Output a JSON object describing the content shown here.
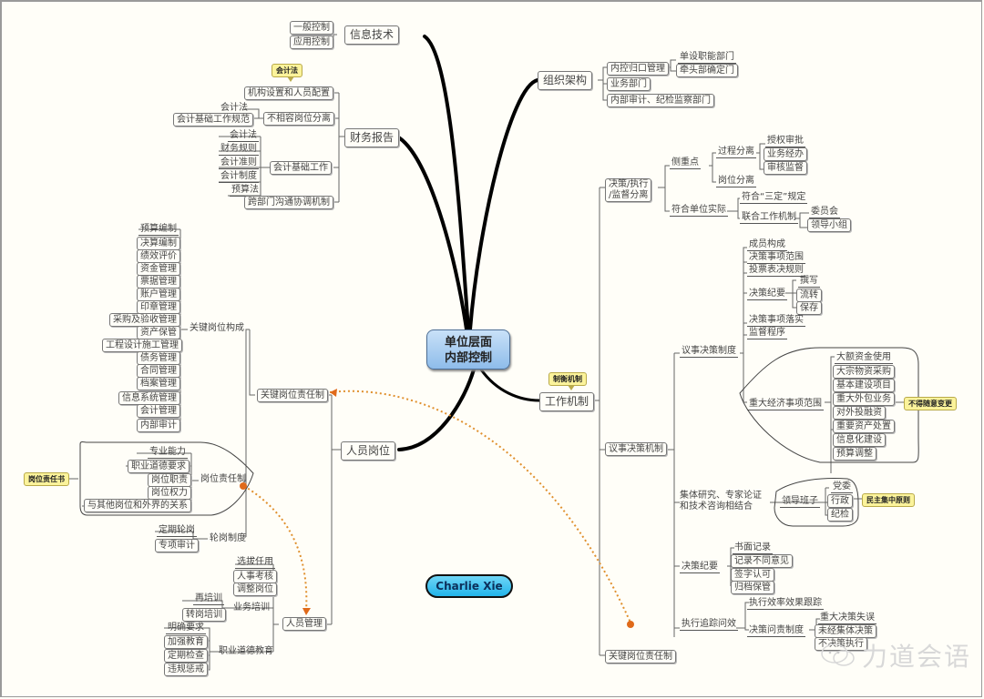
{
  "center": {
    "line1": "单位层面",
    "line2": "内部控制"
  },
  "author": "Charlie Xie",
  "watermark": "力道会语",
  "colors": {
    "center_fill": "#a8cdf2",
    "author_fill": "#3cc3f0",
    "callout_fill": "#fbf39b",
    "dotted_link": "#e07b20"
  },
  "it": {
    "label": "信息技术",
    "children": [
      "一般控制",
      "应用控制"
    ]
  },
  "finance": {
    "label": "财务报告",
    "org_setup": {
      "label": "机构设置和人员配置",
      "callout": "会计法"
    },
    "separation": {
      "label": "不相容岗位分离",
      "children": [
        "会计法",
        "会计基础工作规范"
      ]
    },
    "basics": {
      "label": "会计基础工作",
      "children": [
        "会计法",
        "财务规则",
        "会计准则",
        "会计制度",
        "预算法"
      ]
    },
    "coord": {
      "label": "跨部门沟通协调机制"
    }
  },
  "org": {
    "label": "组织架构",
    "internal": {
      "label": "内控归口管理",
      "children": [
        "单设职能部门",
        "牵头部确定门"
      ]
    },
    "business": "业务部门",
    "audit": "内部审计、纪检监察部门"
  },
  "work": {
    "label": "工作机制",
    "callout": "制衡机制",
    "sep": {
      "label1": "决策/执行",
      "label2": "/监督分离",
      "focus": {
        "label": "侧重点",
        "process": {
          "label": "过程分离",
          "children": [
            "授权审批",
            "业务经办",
            "审核监督"
          ]
        },
        "post": "岗位分离"
      },
      "fit": {
        "label": "符合单位实际",
        "sanding": "符合“三定”规定",
        "joint": {
          "label": "联合工作机制",
          "children": [
            "委员会",
            "领导小组"
          ]
        }
      }
    },
    "decision": {
      "label": "议事决策机制",
      "system": {
        "label": "议事决策制度",
        "children": [
          "成员构成",
          "决策事项范围",
          "投票表决规则"
        ],
        "minutes": {
          "label": "决策纪要",
          "children": [
            "撰写",
            "流转",
            "保存"
          ]
        },
        "after": [
          "决策事项落实",
          "监督程序"
        ],
        "major": {
          "label": "重大经济事项范围",
          "children": [
            "大额资金使用",
            "大宗物资采购",
            "基本建设项目",
            "重大外包业务",
            "对外投融资",
            "重要资产处置",
            "信息化建设",
            "预算调整"
          ],
          "callout": "不得随意变更"
        }
      },
      "collective": {
        "label1": "集体研究、专家论证",
        "label2": "和技术咨询相结合",
        "leader": {
          "label": "领导班子",
          "children": [
            "党委",
            "行政",
            "纪检"
          ],
          "callout": "民主集中原则"
        }
      },
      "record": {
        "label": "决策纪要",
        "children": [
          "书面记录",
          "记录不同意见",
          "签字认可",
          "归档保管"
        ]
      },
      "tracking": {
        "label": "执行追踪问效",
        "efficiency": "执行效率效果跟踪",
        "accountability": {
          "label": "决策问责制度",
          "children": [
            "重大决策失误",
            "未经集体决策",
            "不决策执行"
          ]
        }
      }
    },
    "key_post": "关键岗位责任制"
  },
  "staff": {
    "label": "人员岗位",
    "key": {
      "label": "关键岗位责任制",
      "composition": {
        "label": "关键岗位构成",
        "children": [
          "预算编制",
          "决算编制",
          "绩效评价",
          "资金管理",
          "票据管理",
          "账户管理",
          "印章管理",
          "采购及验收管理",
          "资产保管",
          "工程设计施工管理",
          "债务管理",
          "合同管理",
          "档案管理",
          "信息系统管理",
          "会计管理",
          "内部审计"
        ]
      },
      "resp": {
        "label": "岗位责任制",
        "children": [
          "专业能力",
          "职业道德要求",
          "岗位职责",
          "岗位权力",
          "与其他岗位和外界的关系"
        ],
        "callout": "岗位责任书"
      },
      "rotation": {
        "label": "轮岗制度",
        "children": [
          "定期轮岗",
          "专项审计"
        ]
      }
    },
    "hr": {
      "label": "人员管理",
      "children": [
        "选拔任用",
        "人事考核",
        "调整岗位"
      ],
      "training": {
        "label": "业务培训",
        "children": [
          "再培训",
          "转岗培训"
        ]
      },
      "ethics": {
        "label": "职业道德教育",
        "children": [
          "明确要求",
          "加强教育",
          "定期检查",
          "违规惩戒"
        ]
      }
    }
  }
}
